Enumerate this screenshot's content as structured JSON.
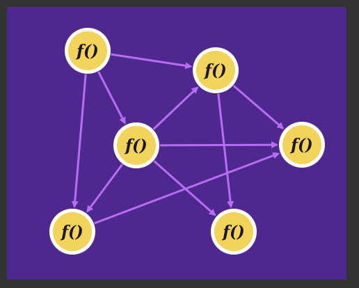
{
  "colors": {
    "background": "#333333",
    "panel": "#4f288f",
    "node_fill": "#f2d35b",
    "node_ring": "#ffffff",
    "edge": "#b66ef0",
    "label": "#1e1428"
  },
  "diagram": {
    "nodes": [
      {
        "id": "n1",
        "label": "f()"
      },
      {
        "id": "n2",
        "label": "f()"
      },
      {
        "id": "n3",
        "label": "f()"
      },
      {
        "id": "n4",
        "label": "f()"
      },
      {
        "id": "n5",
        "label": "f()"
      },
      {
        "id": "n6",
        "label": "f()"
      }
    ],
    "edges": [
      {
        "from": "n1",
        "to": "n2"
      },
      {
        "from": "n1",
        "to": "n3"
      },
      {
        "from": "n1",
        "to": "n5"
      },
      {
        "from": "n2",
        "to": "n4"
      },
      {
        "from": "n2",
        "to": "n6"
      },
      {
        "from": "n3",
        "to": "n2"
      },
      {
        "from": "n3",
        "to": "n4"
      },
      {
        "from": "n3",
        "to": "n5"
      },
      {
        "from": "n3",
        "to": "n6"
      },
      {
        "from": "n5",
        "to": "n4"
      }
    ]
  }
}
